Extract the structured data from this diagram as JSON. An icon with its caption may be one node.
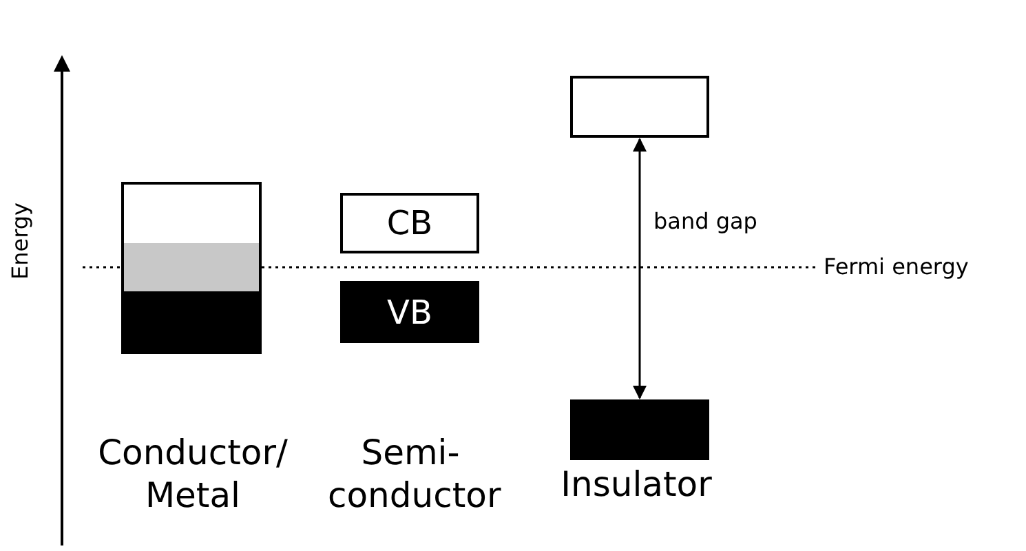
{
  "diagram": {
    "nodes": [
      {
        "text": [],
        "shape": "box"
      },
      {
        "text": [
          "CB"
        ]
      },
      {
        "text": [
          "VB"
        ]
      },
      {
        "text": [],
        "shape": "box"
      },
      {
        "text": [],
        "shape": "box"
      }
    ],
    "edges": [
      {
        "from": 3,
        "to": 4,
        "arrow": "both",
        "label": "band gap"
      }
    ],
    "labels": [
      "Energy",
      "Fermi energy",
      "Conductor/ Metal",
      "Semi- conductor",
      "Insulator"
    ]
  }
}
